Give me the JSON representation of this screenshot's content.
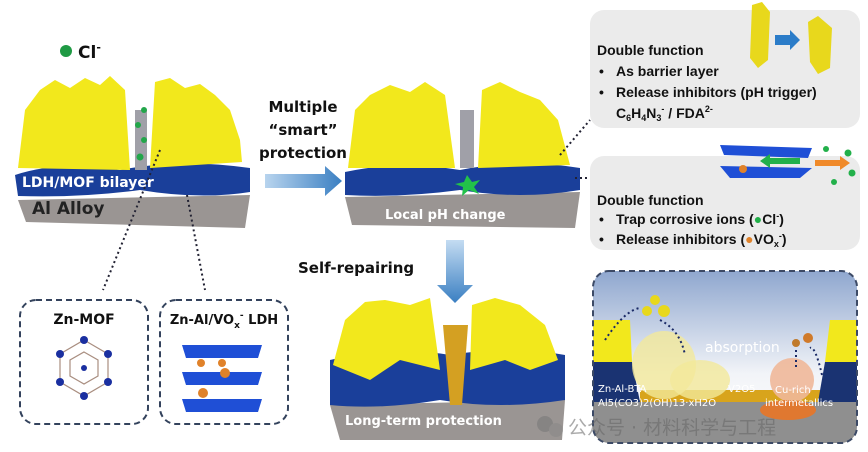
{
  "legend": {
    "ion": "Cl",
    "ion_charge": "-"
  },
  "left_sample": {
    "bilayer_label": "LDH/MOF bilayer",
    "substrate_label": "Al Alloy"
  },
  "arrow1": {
    "line1": "Multiple",
    "line2": "“smart”",
    "line3": "protection"
  },
  "middle_sample": {
    "label": "Local pH change"
  },
  "arrow2": {
    "label": "Self-repairing"
  },
  "bottom_sample": {
    "label": "Long-term protection"
  },
  "mof_box": {
    "title": "Zn-MOF"
  },
  "ldh_box": {
    "title_a": "Zn-Al/VO",
    "title_sub": "x",
    "title_sup": "-",
    "title_b": " LDH"
  },
  "box1": {
    "title": "Double function",
    "items": [
      "As barrier layer",
      "Release inhibitors (pH trigger)"
    ],
    "formula_a": "C",
    "s1": "6",
    "formula_b": "H",
    "s2": "4",
    "formula_c": "N",
    "s3": "3",
    "sup1": "-",
    "formula_d": " / FDA",
    "sup2": "2-"
  },
  "box2": {
    "title": "Double function",
    "item1_a": "Trap corrosive ions (",
    "item1_b": "Cl",
    "item1_sup": "-",
    "item1_c": ")",
    "item2_a": "Release inhibitors (",
    "item2_b": "VO",
    "item2_sub": "x",
    "item2_sup": "-",
    "item2_c": ")"
  },
  "mechanism": {
    "absorption": "absorption",
    "znalbta": "Zn-Al-BTA",
    "formula": "Al5(CO3)2(OH)13·xH2O",
    "v_oxide": "V2O5",
    "cu_a": "Cu-rich",
    "cu_b": "intermetallics"
  },
  "watermark": "公众号 · 材料科学与工程",
  "colors": {
    "yellow": "#f2e81c",
    "blue": "#1a3f9a",
    "gray": "#9a9593",
    "green": "#22a64a",
    "orange": "#e0822a",
    "arrow": "#3f87c7"
  }
}
